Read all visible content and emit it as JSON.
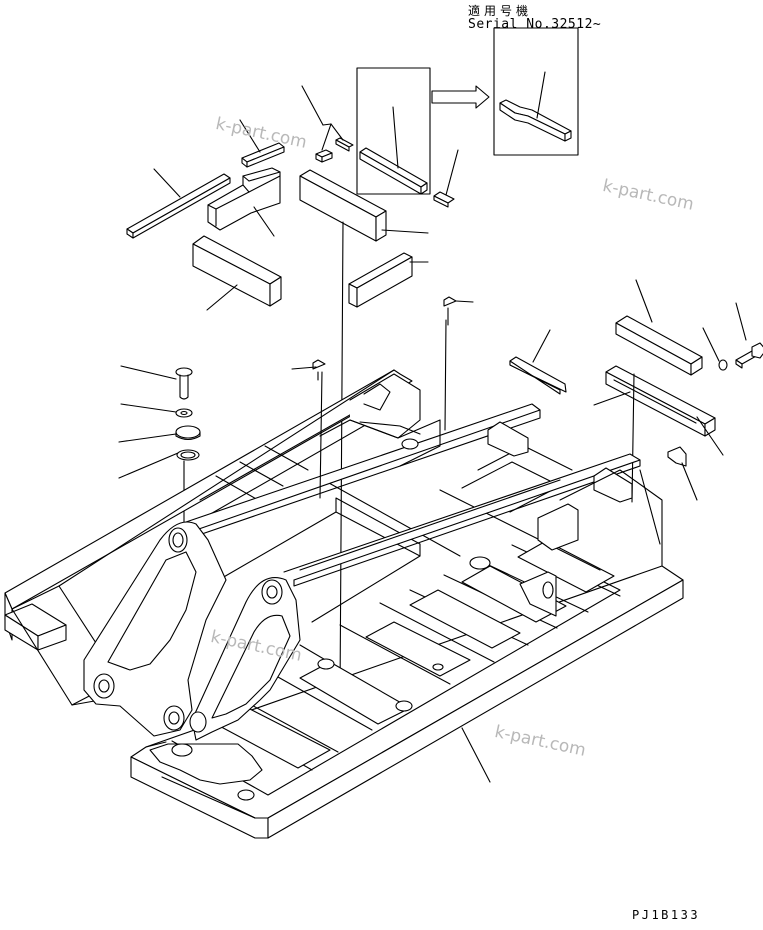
{
  "applicability": {
    "serial_label_jp": "適用号機",
    "serial_number": "Serial No.32512~"
  },
  "drawing_code": "PJ1B133",
  "watermarks": [
    "k-part.com",
    "k-part.com",
    "k-part.com",
    "k-part.com"
  ],
  "colors": {
    "line": "#000000",
    "background": "#ffffff",
    "watermark": "#b8b8b8"
  }
}
